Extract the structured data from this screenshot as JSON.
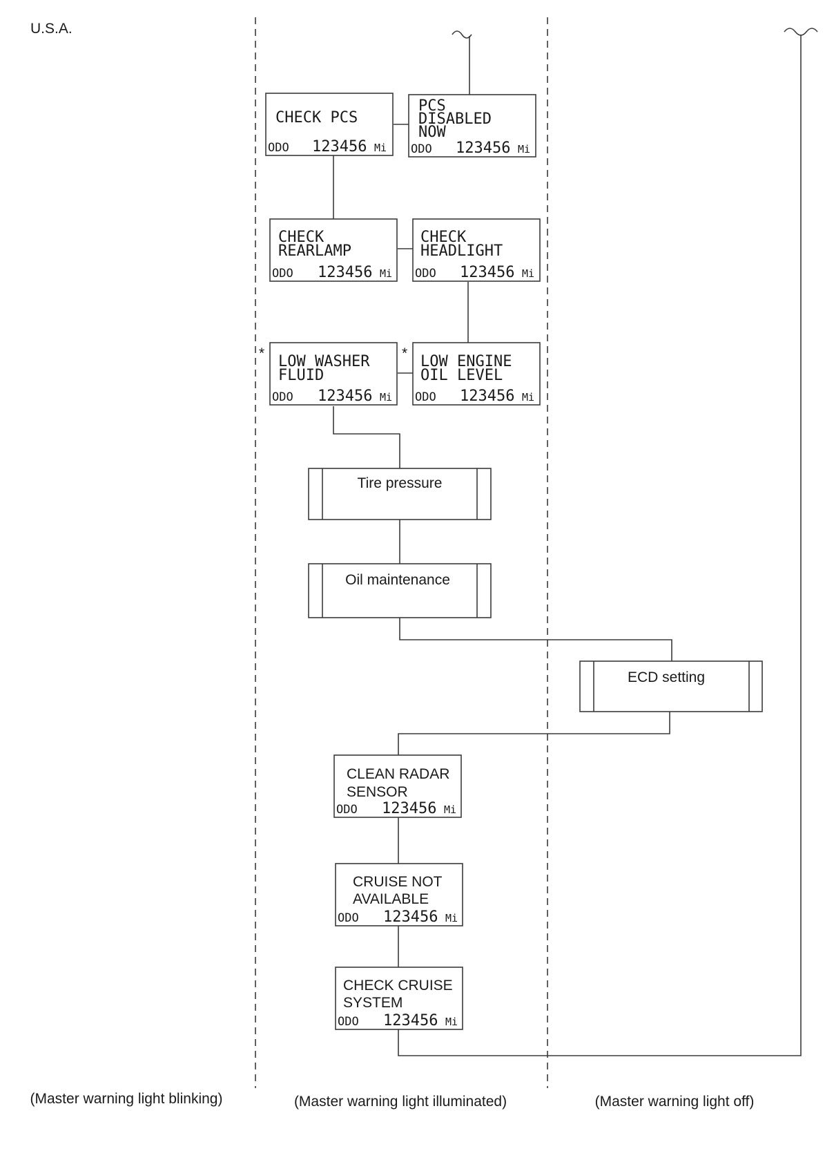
{
  "region": "U.S.A.",
  "columns": {
    "left": "(Master warning light blinking)",
    "middle": "(Master warning light illuminated)",
    "right": "(Master warning light off)"
  },
  "odo": {
    "label": "ODO",
    "value": "123456",
    "unit": "Mi"
  },
  "asterisk": "*",
  "displays": {
    "check_pcs": [
      "CHECK  PCS"
    ],
    "pcs_disabled": [
      "PCS",
      "DISABLED",
      "NOW"
    ],
    "check_rearlamp": [
      "CHECK",
      "REARLAMP"
    ],
    "check_headlight": [
      "CHECK",
      "HEADLIGHT"
    ],
    "low_washer": [
      "LOW  WASHER",
      "FLUID"
    ],
    "low_engine_oil": [
      "LOW  ENGINE",
      "OIL  LEVEL"
    ],
    "clean_radar": [
      "CLEAN RADAR",
      "SENSOR"
    ],
    "cruise_not_available": [
      "CRUISE NOT",
      "AVAILABLE"
    ],
    "check_cruise": [
      "CHECK CRUISE",
      "SYSTEM"
    ]
  },
  "processes": {
    "tire_pressure": "Tire pressure",
    "oil_maintenance": "Oil maintenance",
    "ecd_setting": "ECD setting"
  }
}
